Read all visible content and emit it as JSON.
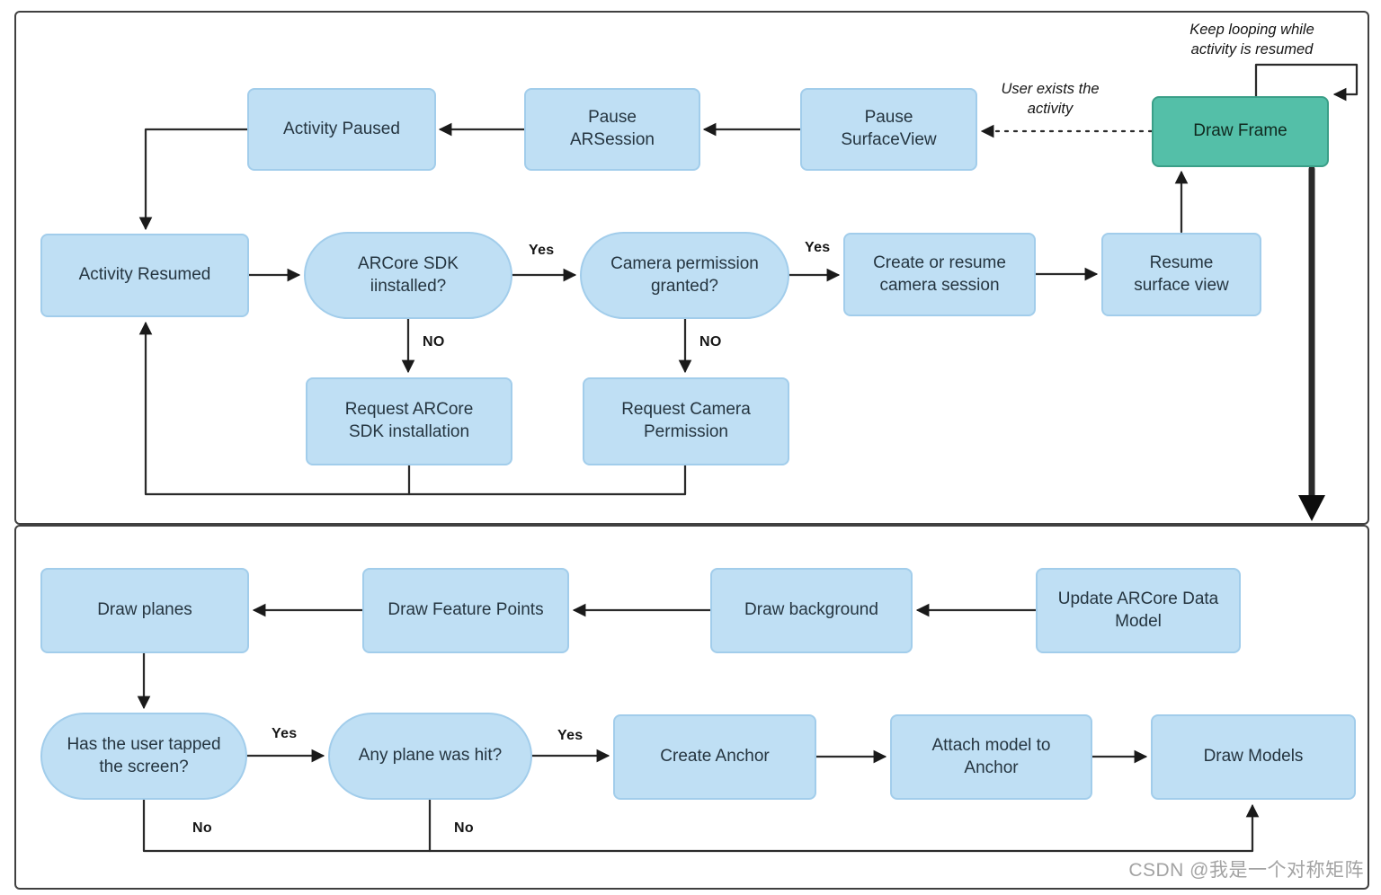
{
  "diagram": {
    "nodes": {
      "activity_paused": "Activity Paused",
      "pause_arsession": "Pause ARSession",
      "pause_surfaceview": "Pause SurfaceView",
      "draw_frame": "Draw Frame",
      "activity_resumed": "Activity Resumed",
      "arcore_sdk_installed": "ARCore SDK iinstalled?",
      "camera_permission_granted": "Camera permission granted?",
      "create_or_resume_camera_session": "Create or resume camera session",
      "resume_surface_view": "Resume surface view",
      "request_arcore_sdk_installation": "Request ARCore SDK installation",
      "request_camera_permission": "Request Camera Permission",
      "draw_planes": "Draw planes",
      "draw_feature_points": "Draw Feature Points",
      "draw_background": "Draw background",
      "update_arcore_data_model": "Update ARCore Data Model",
      "has_user_tapped_screen": "Has the user tapped the screen?",
      "any_plane_was_hit": "Any plane was hit?",
      "create_anchor": "Create Anchor",
      "attach_model_to_anchor": "Attach model to Anchor",
      "draw_models": "Draw Models"
    },
    "edge_labels": {
      "sdk_yes": "Yes",
      "camera_yes": "Yes",
      "sdk_no": "NO",
      "camera_no": "NO",
      "tapped_yes": "Yes",
      "plane_yes": "Yes",
      "tapped_no": "No",
      "plane_no": "No"
    },
    "annotations": {
      "keep_looping": "Keep looping while\nactivity is resumed",
      "user_exits": "User exists the\nactivity"
    }
  },
  "watermark": "CSDN @我是一个对称矩阵",
  "colors": {
    "node_fill": "#bfdff4",
    "node_border": "#a2cdeb",
    "accent_fill": "#54bfa8",
    "accent_border": "#3a9f88",
    "line": "#2a2a2a"
  }
}
